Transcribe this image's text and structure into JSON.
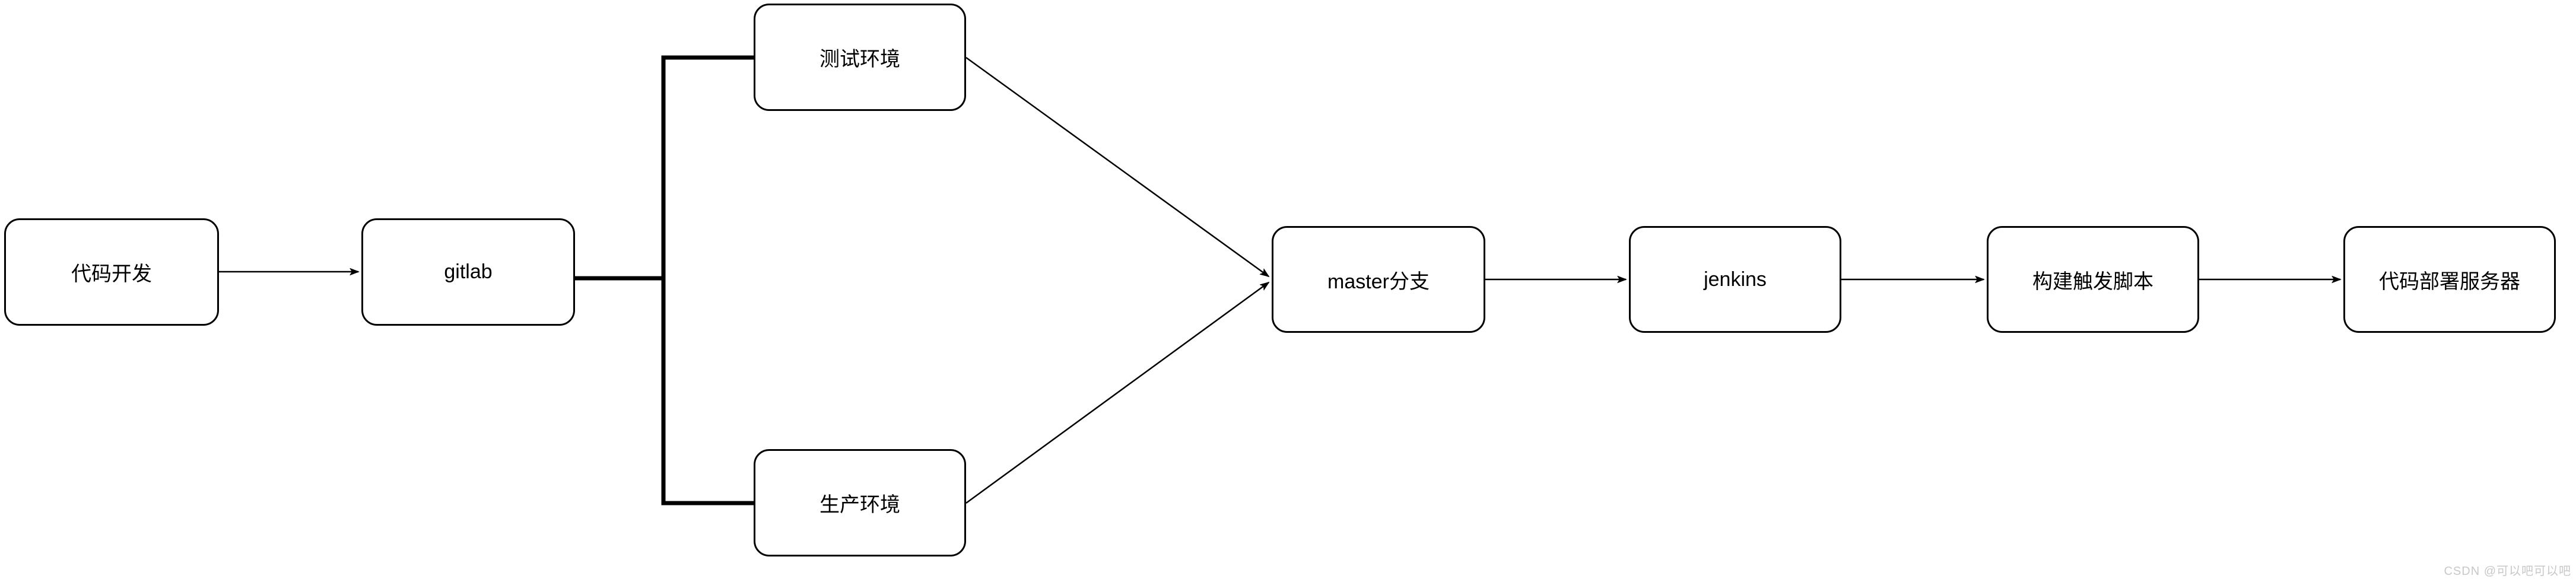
{
  "diagram": {
    "title": "CI/CD pipeline flowchart",
    "nodes": [
      {
        "id": "dev",
        "label": "代码开发"
      },
      {
        "id": "gitlab",
        "label": "gitlab"
      },
      {
        "id": "test",
        "label": "测试环境"
      },
      {
        "id": "prod",
        "label": "生产环境"
      },
      {
        "id": "master",
        "label": "master分支"
      },
      {
        "id": "jenkins",
        "label": "jenkins"
      },
      {
        "id": "build",
        "label": "构建触发脚本"
      },
      {
        "id": "deploy",
        "label": "代码部署服务器"
      }
    ],
    "edges": [
      {
        "from": "dev",
        "to": "gitlab",
        "arrow": true
      },
      {
        "from": "gitlab",
        "to": "test",
        "arrow": false
      },
      {
        "from": "gitlab",
        "to": "prod",
        "arrow": false
      },
      {
        "from": "test",
        "to": "master",
        "arrow": true
      },
      {
        "from": "prod",
        "to": "master",
        "arrow": true
      },
      {
        "from": "master",
        "to": "jenkins",
        "arrow": true
      },
      {
        "from": "jenkins",
        "to": "build",
        "arrow": true
      },
      {
        "from": "build",
        "to": "deploy",
        "arrow": true
      }
    ],
    "colors": {
      "background": "#ffffff",
      "node_fill": "#ffffff",
      "node_border": "#000000",
      "text": "#000000",
      "edge": "#000000"
    }
  },
  "watermark": {
    "text": "CSDN @可以吧可以吧",
    "color": "#c8c8c8"
  }
}
